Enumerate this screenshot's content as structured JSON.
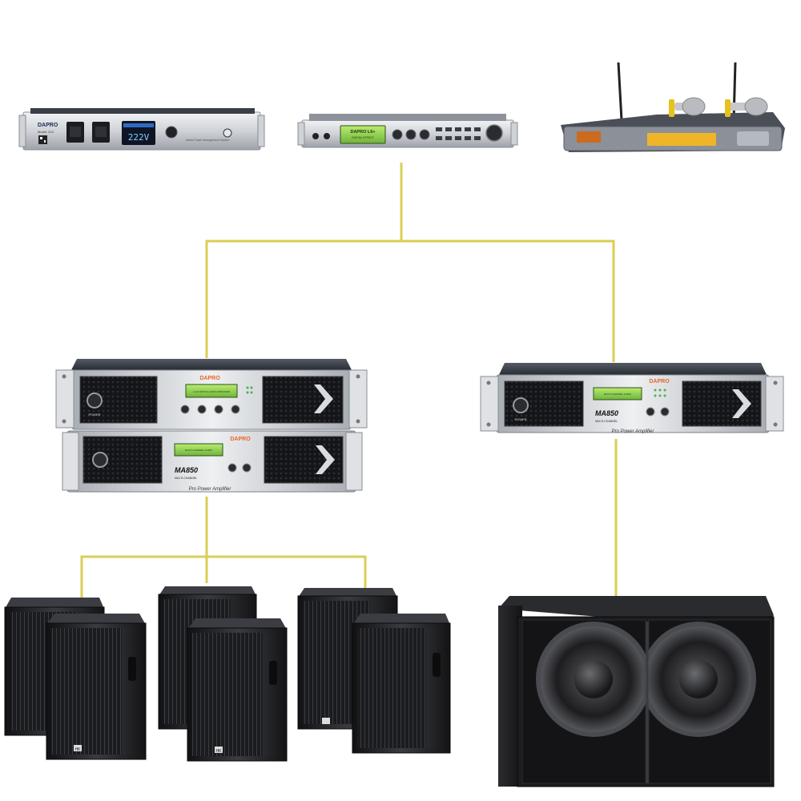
{
  "colors": {
    "cable": "#d9cf55",
    "chassis_silver": "#d6d8dc",
    "chassis_dark": "#2b2e35",
    "display_green": "#8fd14f",
    "brand_orange": "#e8662a",
    "mic_gold": "#e6c21a",
    "speaker_black": "#1c1c1e"
  },
  "devices": {
    "power_sequencer": {
      "brand": "DAPRO",
      "model": "Model: 210",
      "display": "222V",
      "caption": "Matrix Power Management System",
      "icon": "power-sequencer-rack-icon"
    },
    "karaoke_processor": {
      "display_brand": "DAPRO L6+",
      "display_sub": "DIGITAL EFFECT",
      "icon": "digital-processor-rack-icon"
    },
    "wireless_mic_receiver": {
      "icon": "wireless-microphone-receiver-icon"
    },
    "amplifier_stack_left": {
      "top_brand": "DAPRO",
      "top_display": "2-CH DIGITAL AUDIO AMPLIFIER",
      "bottom_brand": "DAPRO",
      "bottom_display": "MULTI-CHANNEL AUDIO",
      "bottom_model": "MA850",
      "bottom_sub": "MULTI-CHANNEL",
      "bottom_footer": "Pro Power Amplifier",
      "power_label": "POWER",
      "icon": "power-amplifier-icon"
    },
    "amplifier_right": {
      "brand": "DAPRO",
      "display": "MULTI-CHANNEL AUDIO",
      "model": "MA850",
      "sub": "MULTI-CHANNEL",
      "footer": "Pro Power Amplifier",
      "power_label": "POWER",
      "icon": "power-amplifier-icon"
    },
    "full_range_speakers": {
      "count": 6,
      "badge": "HK",
      "icon": "loudspeaker-cabinet-icon"
    },
    "subwoofer": {
      "drivers": 2,
      "icon": "dual-subwoofer-icon"
    }
  }
}
